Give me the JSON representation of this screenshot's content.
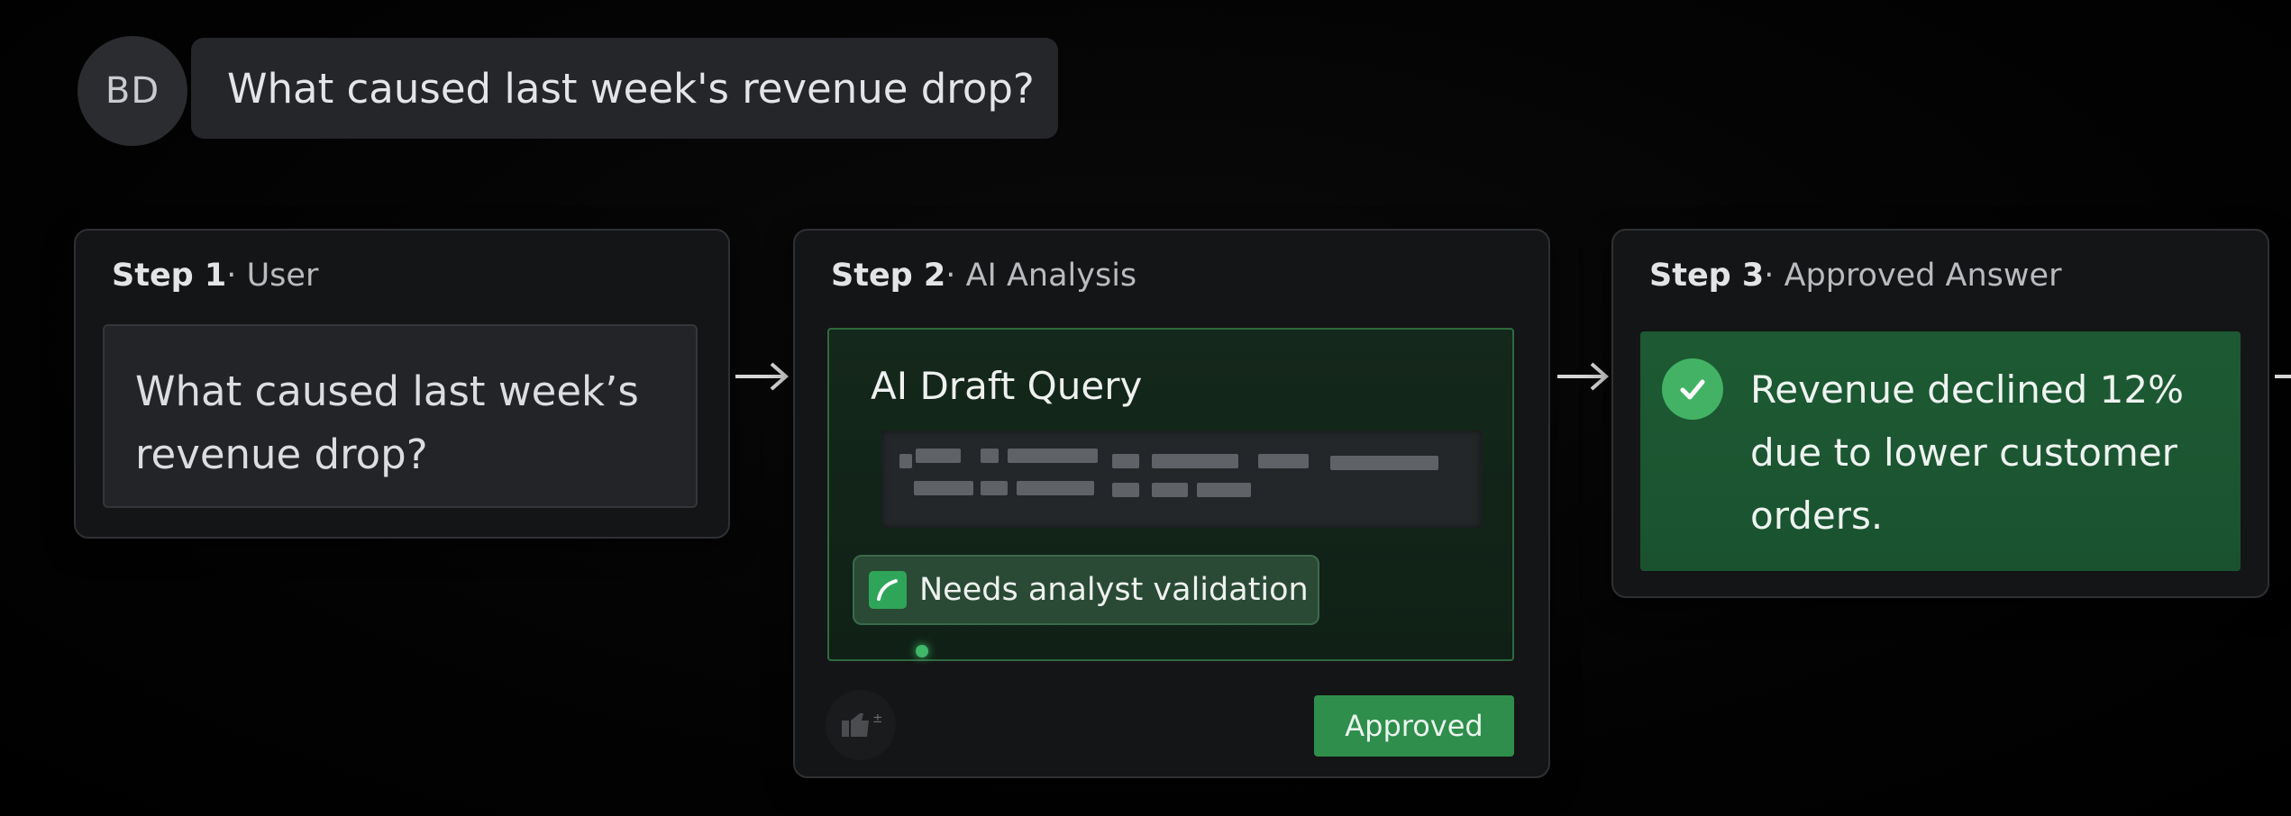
{
  "header": {
    "avatar_initials": "BD",
    "message": "What caused last week's revenue drop?"
  },
  "steps": [
    {
      "number": "Step 1",
      "separator": "·",
      "name": "User",
      "content": "What caused last week’s revenue drop?"
    },
    {
      "number": "Step 2",
      "separator": "·",
      "name": "AI Analysis",
      "draft_title": "AI Draft Query",
      "badge_label": "Needs analyst validation",
      "approve_label": "Approved"
    },
    {
      "number": "Step 3",
      "separator": "·",
      "name": "Approved Answer",
      "answer": "Revenue declined 12% due to lower customer orders."
    }
  ],
  "colors": {
    "background": "#020202",
    "card": "#141516",
    "accent_green": "#2f8e4c",
    "answer_green": "#1d5a33",
    "check_green": "#43b265"
  }
}
